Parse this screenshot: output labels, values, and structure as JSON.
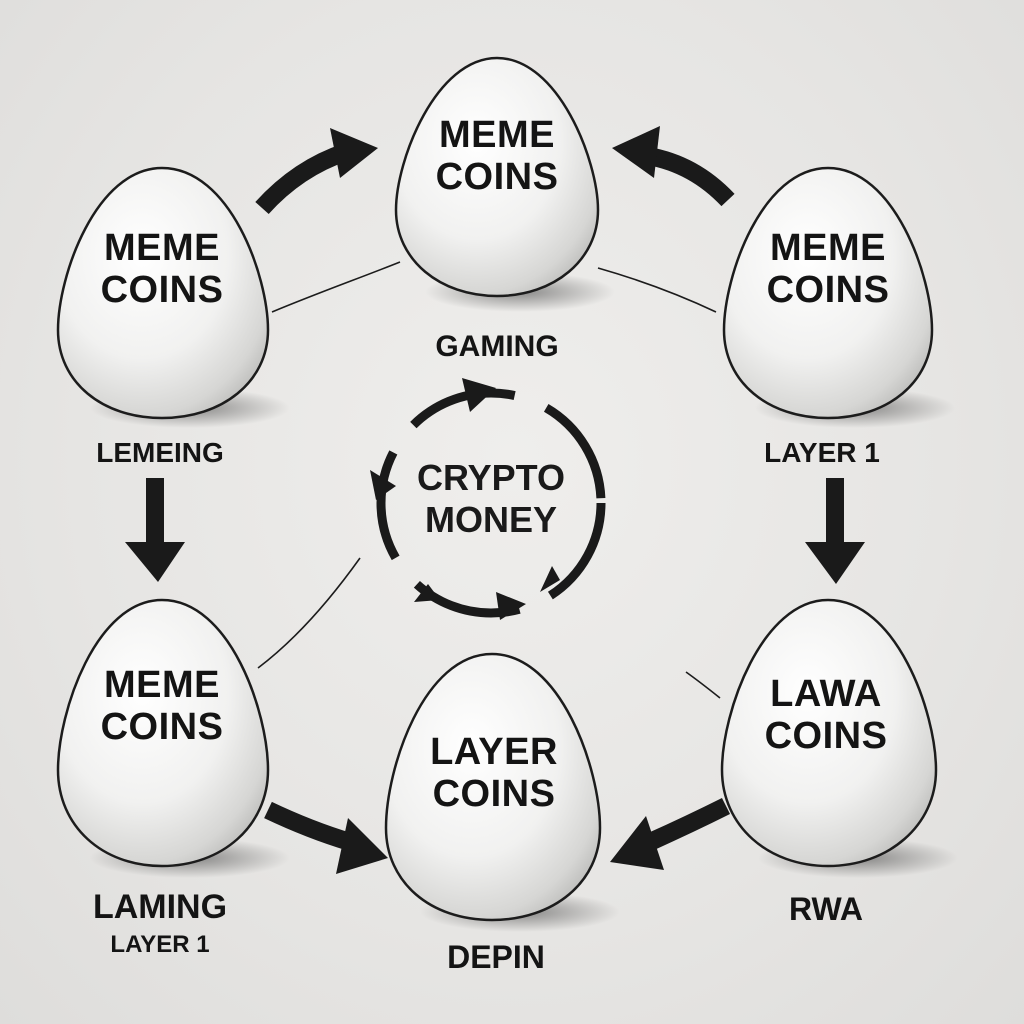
{
  "diagram": {
    "center": {
      "line1": "CRYPTO",
      "line2": "MONEY"
    },
    "eggs": [
      {
        "id": "top",
        "line1": "MEME",
        "line2": "COINS",
        "caption1": "GAMING",
        "caption2": ""
      },
      {
        "id": "upper-left",
        "line1": "MEME",
        "line2": "COINS",
        "caption1": "LEMEING",
        "caption2": ""
      },
      {
        "id": "upper-right",
        "line1": "MEME",
        "line2": "COINS",
        "caption1": "LAYER 1",
        "caption2": ""
      },
      {
        "id": "lower-left",
        "line1": "MEME",
        "line2": "COINS",
        "caption1": "LAMING",
        "caption2": "LAYER 1"
      },
      {
        "id": "bottom",
        "line1": "LAYER",
        "line2": "COINS",
        "caption1": "DEPIN",
        "caption2": ""
      },
      {
        "id": "lower-right",
        "line1": "LAWA",
        "line2": "COINS",
        "caption1": "RWA",
        "caption2": ""
      }
    ],
    "colors": {
      "background": "#e7e6e4",
      "egg_fill": "#f4f4f3",
      "egg_outline": "#1c1c1c",
      "arrow": "#1a1a1a"
    }
  }
}
